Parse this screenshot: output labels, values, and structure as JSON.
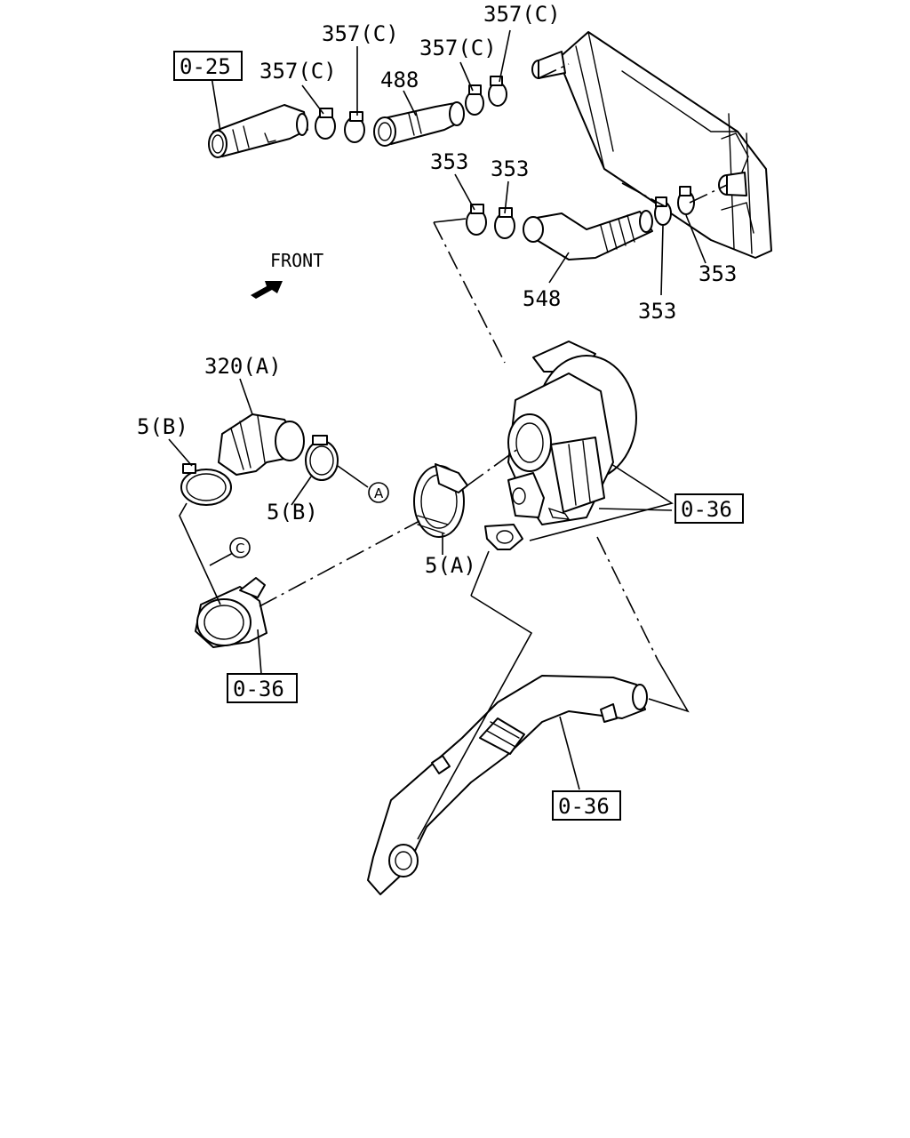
{
  "diagram": {
    "front_label": "FRONT",
    "labels": {
      "ref_0_25": "0-25",
      "clamp_357c_a": "357(C)",
      "clamp_357c_b": "357(C)",
      "clamp_357c_c": "357(C)",
      "clamp_357c_d": "357(C)",
      "hose_488": "488",
      "clamp_353_a": "353",
      "clamp_353_b": "353",
      "clamp_353_c": "353",
      "clamp_353_d": "353",
      "hose_548": "548",
      "hose_320a": "320(A)",
      "clamp_5b_upper": "5(B)",
      "clamp_5b_lower": "5(B)",
      "clamp_5a": "5(A)",
      "ref_0_36_turbo": "0-36",
      "ref_0_36_elbow": "0-36",
      "ref_0_36_pipe": "0-36"
    },
    "callouts": {
      "a": "A",
      "c": "C"
    }
  }
}
